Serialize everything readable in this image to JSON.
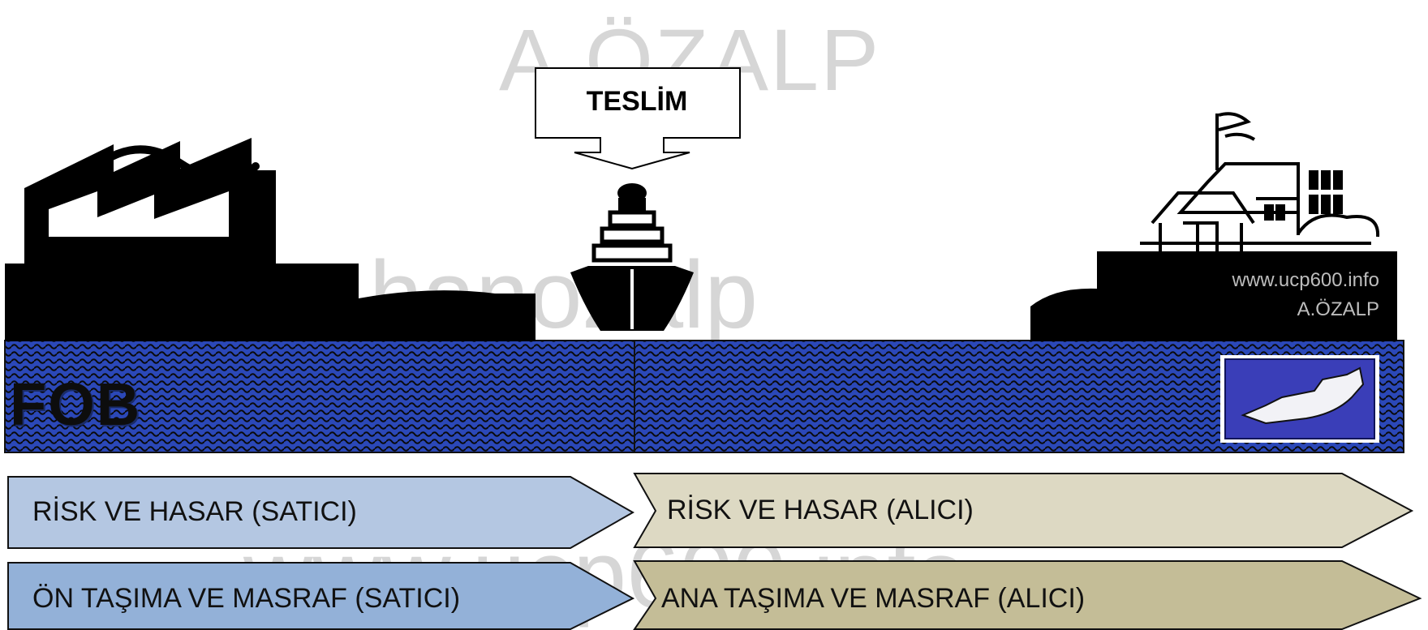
{
  "watermark": {
    "top": "A.ÖZALP",
    "middle": "hanozalp",
    "bottom": "www.ucp600.info"
  },
  "delivery_callout": "TESLİM",
  "site": {
    "url": "www.ucp600.info",
    "name": "A.ÖZALP"
  },
  "term": "FOB",
  "bars": {
    "seller_risk": "RİSK VE HASAR (SATICI)",
    "buyer_risk": "RİSK VE HASAR (ALICI)",
    "seller_transport": "ÖN TAŞIMA VE MASRAF (SATICI)",
    "buyer_transport": "ANA TAŞIMA VE MASRAF (ALICI)"
  },
  "colors": {
    "seller_risk": "#b4c7e2",
    "seller_transport": "#93b1d8",
    "buyer_risk": "#ddd9c3",
    "buyer_transport": "#c4bd97",
    "water": "#2b48b8",
    "land": "#000000"
  },
  "icons": [
    "factory-icon",
    "ship-icon",
    "warehouse-icon",
    "boat-icon",
    "down-arrow-callout-icon"
  ]
}
